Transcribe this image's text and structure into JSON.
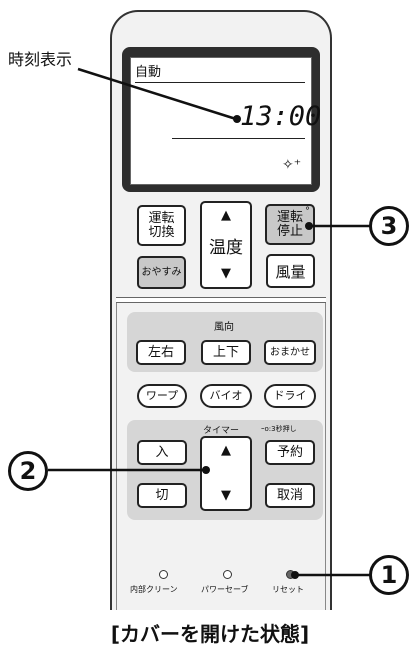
{
  "callout_label": "時刻表示",
  "display": {
    "mode": "自動",
    "time": "13:00",
    "sparkle_icon": "sparkle-icon"
  },
  "buttons": {
    "mode_switch": "運転\n切換",
    "temp_up": "▲",
    "temp_label": "温度",
    "temp_down": "▼",
    "run_stop": "運転\n停止",
    "run_stop_mark": "°",
    "sleep": "おやすみ",
    "fan": "風量"
  },
  "wind": {
    "label": "風向",
    "left_right": "左右",
    "up_down": "上下",
    "auto": "おまかせ"
  },
  "modes": {
    "warp": "ワープ",
    "bio": "バイオ",
    "dry": "ドライ"
  },
  "timer": {
    "label": "タイマー",
    "lock_note": "3秒押し",
    "lock_prefix": "ｰo:",
    "on": "入",
    "off": "切",
    "up": "▲",
    "down": "▼",
    "reserve": "予約",
    "cancel": "取消"
  },
  "leds": {
    "inner_clean": "内部クリーン",
    "power_save": "パワーセーブ",
    "reset": "リセット"
  },
  "callouts": {
    "one": "1",
    "two": "2",
    "three": "3"
  },
  "caption": "[カバーを開けた状態]"
}
